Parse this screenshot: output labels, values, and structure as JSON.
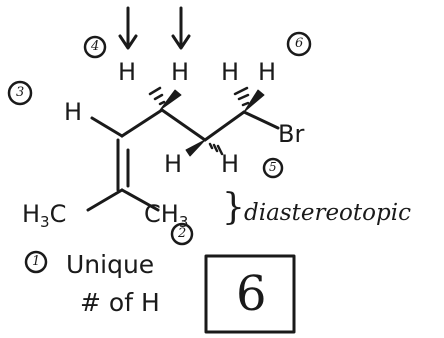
{
  "atoms": {
    "h_top_1": "H",
    "h_top_2": "H",
    "h_top_3": "H",
    "h_top_4": "H",
    "h_vinyl": "H",
    "h_lower_1": "H",
    "h_lower_2": "H",
    "br": "Br",
    "methyl_left": "H3C",
    "methyl_left_main": "H",
    "methyl_left_sub": "3",
    "methyl_left_tail": "C",
    "methyl_right_main": "CH",
    "methyl_right_sub": "3"
  },
  "annotations": {
    "circle_1": "1",
    "circle_2": "2",
    "circle_3": "3",
    "circle_4": "4",
    "circle_5": "5",
    "circle_6": "6",
    "brace": "}",
    "diastereotopic_note": "diastereotopic",
    "unique_line1": "Unique",
    "unique_line2": "# of H",
    "answer": "6"
  },
  "colors": {
    "ink": "#1a1a1a",
    "background": "#ffffff"
  }
}
